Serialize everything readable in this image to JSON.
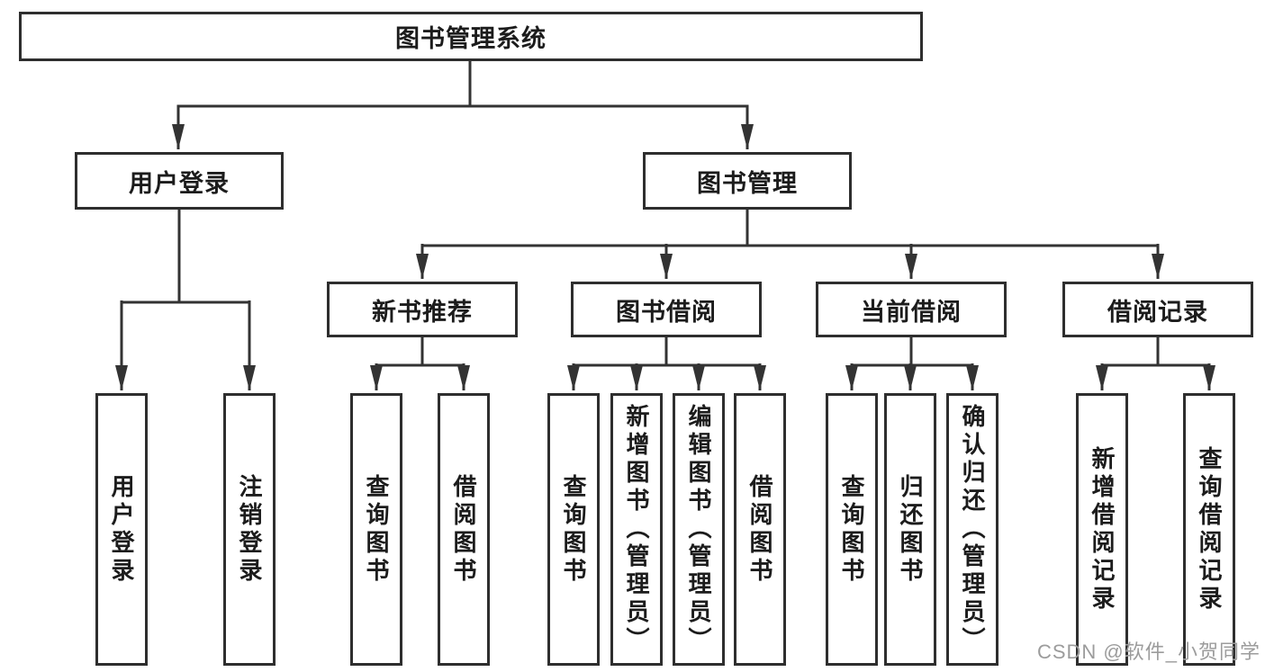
{
  "diagram_type": "hierarchy-tree",
  "colors": {
    "line": "#333333",
    "box_border": "#2e2e2e",
    "text": "#1c1c1c",
    "watermark": "#9c9c9c",
    "background": "#ffffff"
  },
  "tree": {
    "label": "图书管理系统",
    "children": [
      {
        "label": "用户登录",
        "children": [
          {
            "label": "用户登录"
          },
          {
            "label": "注销登录"
          }
        ]
      },
      {
        "label": "图书管理",
        "children": [
          {
            "label": "新书推荐",
            "children": [
              {
                "label": "查询图书"
              },
              {
                "label": "借阅图书"
              }
            ]
          },
          {
            "label": "图书借阅",
            "children": [
              {
                "label": "查询图书"
              },
              {
                "label": "新增图书（管理员）"
              },
              {
                "label": "编辑图书（管理员）"
              },
              {
                "label": "借阅图书"
              }
            ]
          },
          {
            "label": "当前借阅",
            "children": [
              {
                "label": "查询图书"
              },
              {
                "label": "归还图书"
              },
              {
                "label": "确认归还（管理员）"
              }
            ]
          },
          {
            "label": "借阅记录",
            "children": [
              {
                "label": "新增借阅记录"
              },
              {
                "label": "查询借阅记录"
              }
            ]
          }
        ]
      }
    ]
  },
  "watermark": {
    "text": "CSDN @软件_小贺同学"
  }
}
